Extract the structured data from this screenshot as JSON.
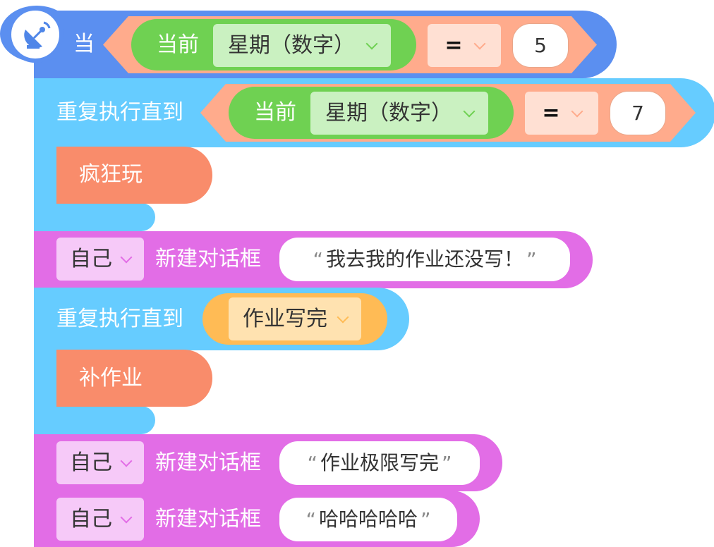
{
  "hat": {
    "label": "当",
    "condition": {
      "reporter_label": "当前",
      "dropdown_value": "星期（数字）",
      "operator": "=",
      "value": "5"
    }
  },
  "repeat1": {
    "label": "重复执行直到",
    "condition": {
      "reporter_label": "当前",
      "dropdown_value": "星期（数字）",
      "operator": "=",
      "value": "7"
    },
    "body": {
      "label": "疯狂玩"
    }
  },
  "say1": {
    "target": "自己",
    "label": "新建对话框",
    "text": "我去我的作业还没写！"
  },
  "repeat2": {
    "label": "重复执行直到",
    "condition": {
      "dropdown_value": "作业写完"
    },
    "body": {
      "label": "补作业"
    }
  },
  "say2": {
    "target": "自己",
    "label": "新建对话框",
    "text": "作业极限写完"
  },
  "say3": {
    "target": "自己",
    "label": "新建对话框",
    "text": "哈哈哈哈哈"
  },
  "colors": {
    "hat": "#5b8ff0",
    "control": "#66ccff",
    "looks": "#e26de6",
    "operator": "#ffab8c",
    "sensing": "#6fd152",
    "variable": "#ffbb55",
    "action": "#f98c6b"
  }
}
